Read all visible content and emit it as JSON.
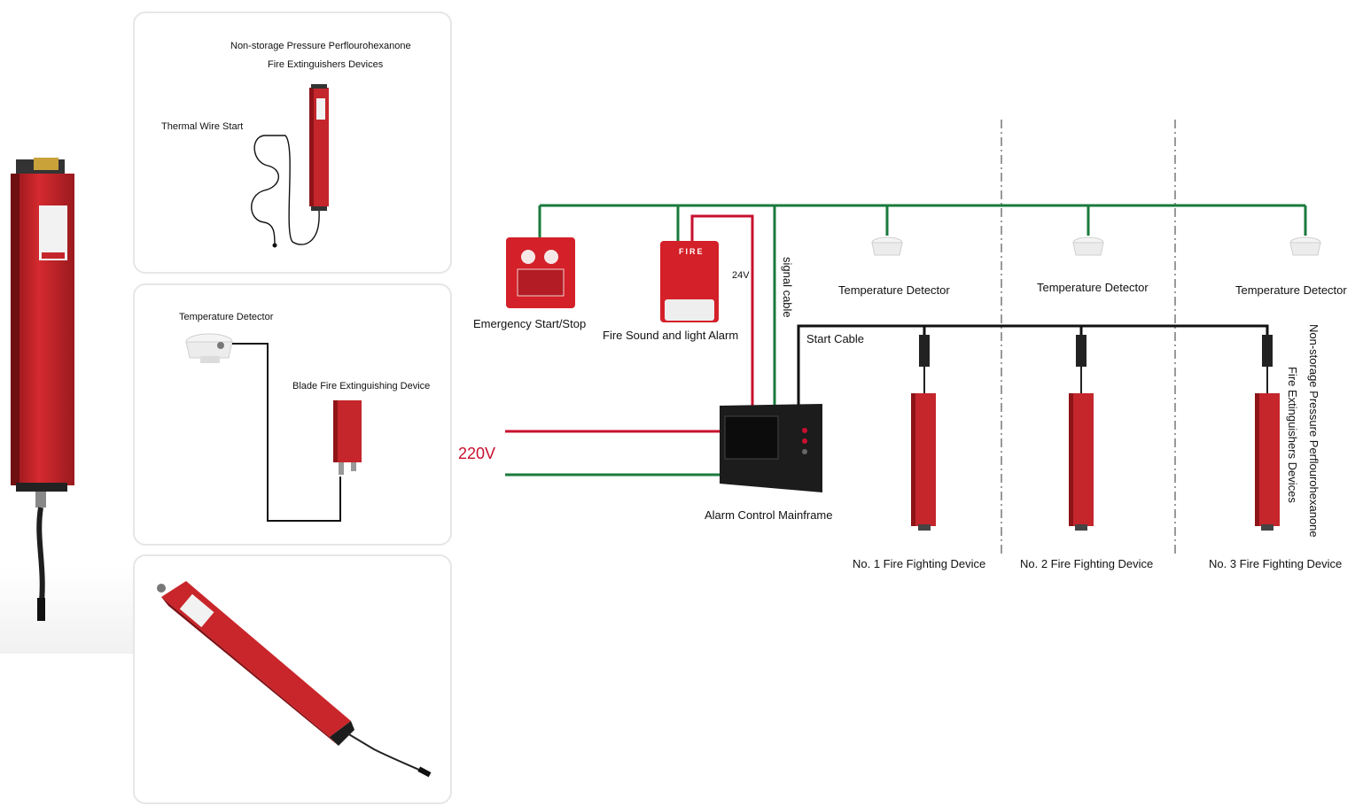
{
  "panel_thermal": {
    "device_title_line1": "Non-storage Pressure Perflourohexanone",
    "device_title_line2": "Fire Extinguishers Devices",
    "thermal_label": "Thermal Wire Start"
  },
  "panel_detector": {
    "detector_label": "Temperature Detector",
    "blade_label": "Blade Fire Extinguishing Device"
  },
  "diagram": {
    "emergency_label": "Emergency Start/Stop",
    "alarm_label": "Fire Sound and light Alarm",
    "alarm_voltage": "24V",
    "signal_cable_label": "signal cable",
    "start_cable_label": "Start  Cable",
    "mainframe_label": "Alarm Control Mainframe",
    "power_label": "220V",
    "temperature_detectors": [
      "Temperature Detector",
      "Temperature Detector",
      "Temperature Detector"
    ],
    "devices": [
      "No. 1 Fire Fighting Device",
      "No. 2 Fire Fighting Device",
      "No. 3 Fire Fighting Device"
    ],
    "side_title_line1": "Non-storage Pressure Perflourohexanone",
    "side_title_line2": "Fire Extinguishers Devices",
    "alarm_box_text": "FIRE"
  },
  "colors": {
    "signal_green": "#1a7a3c",
    "power_red": "#c8102e",
    "device_red": "#c4262b",
    "cable_black": "#111111"
  }
}
